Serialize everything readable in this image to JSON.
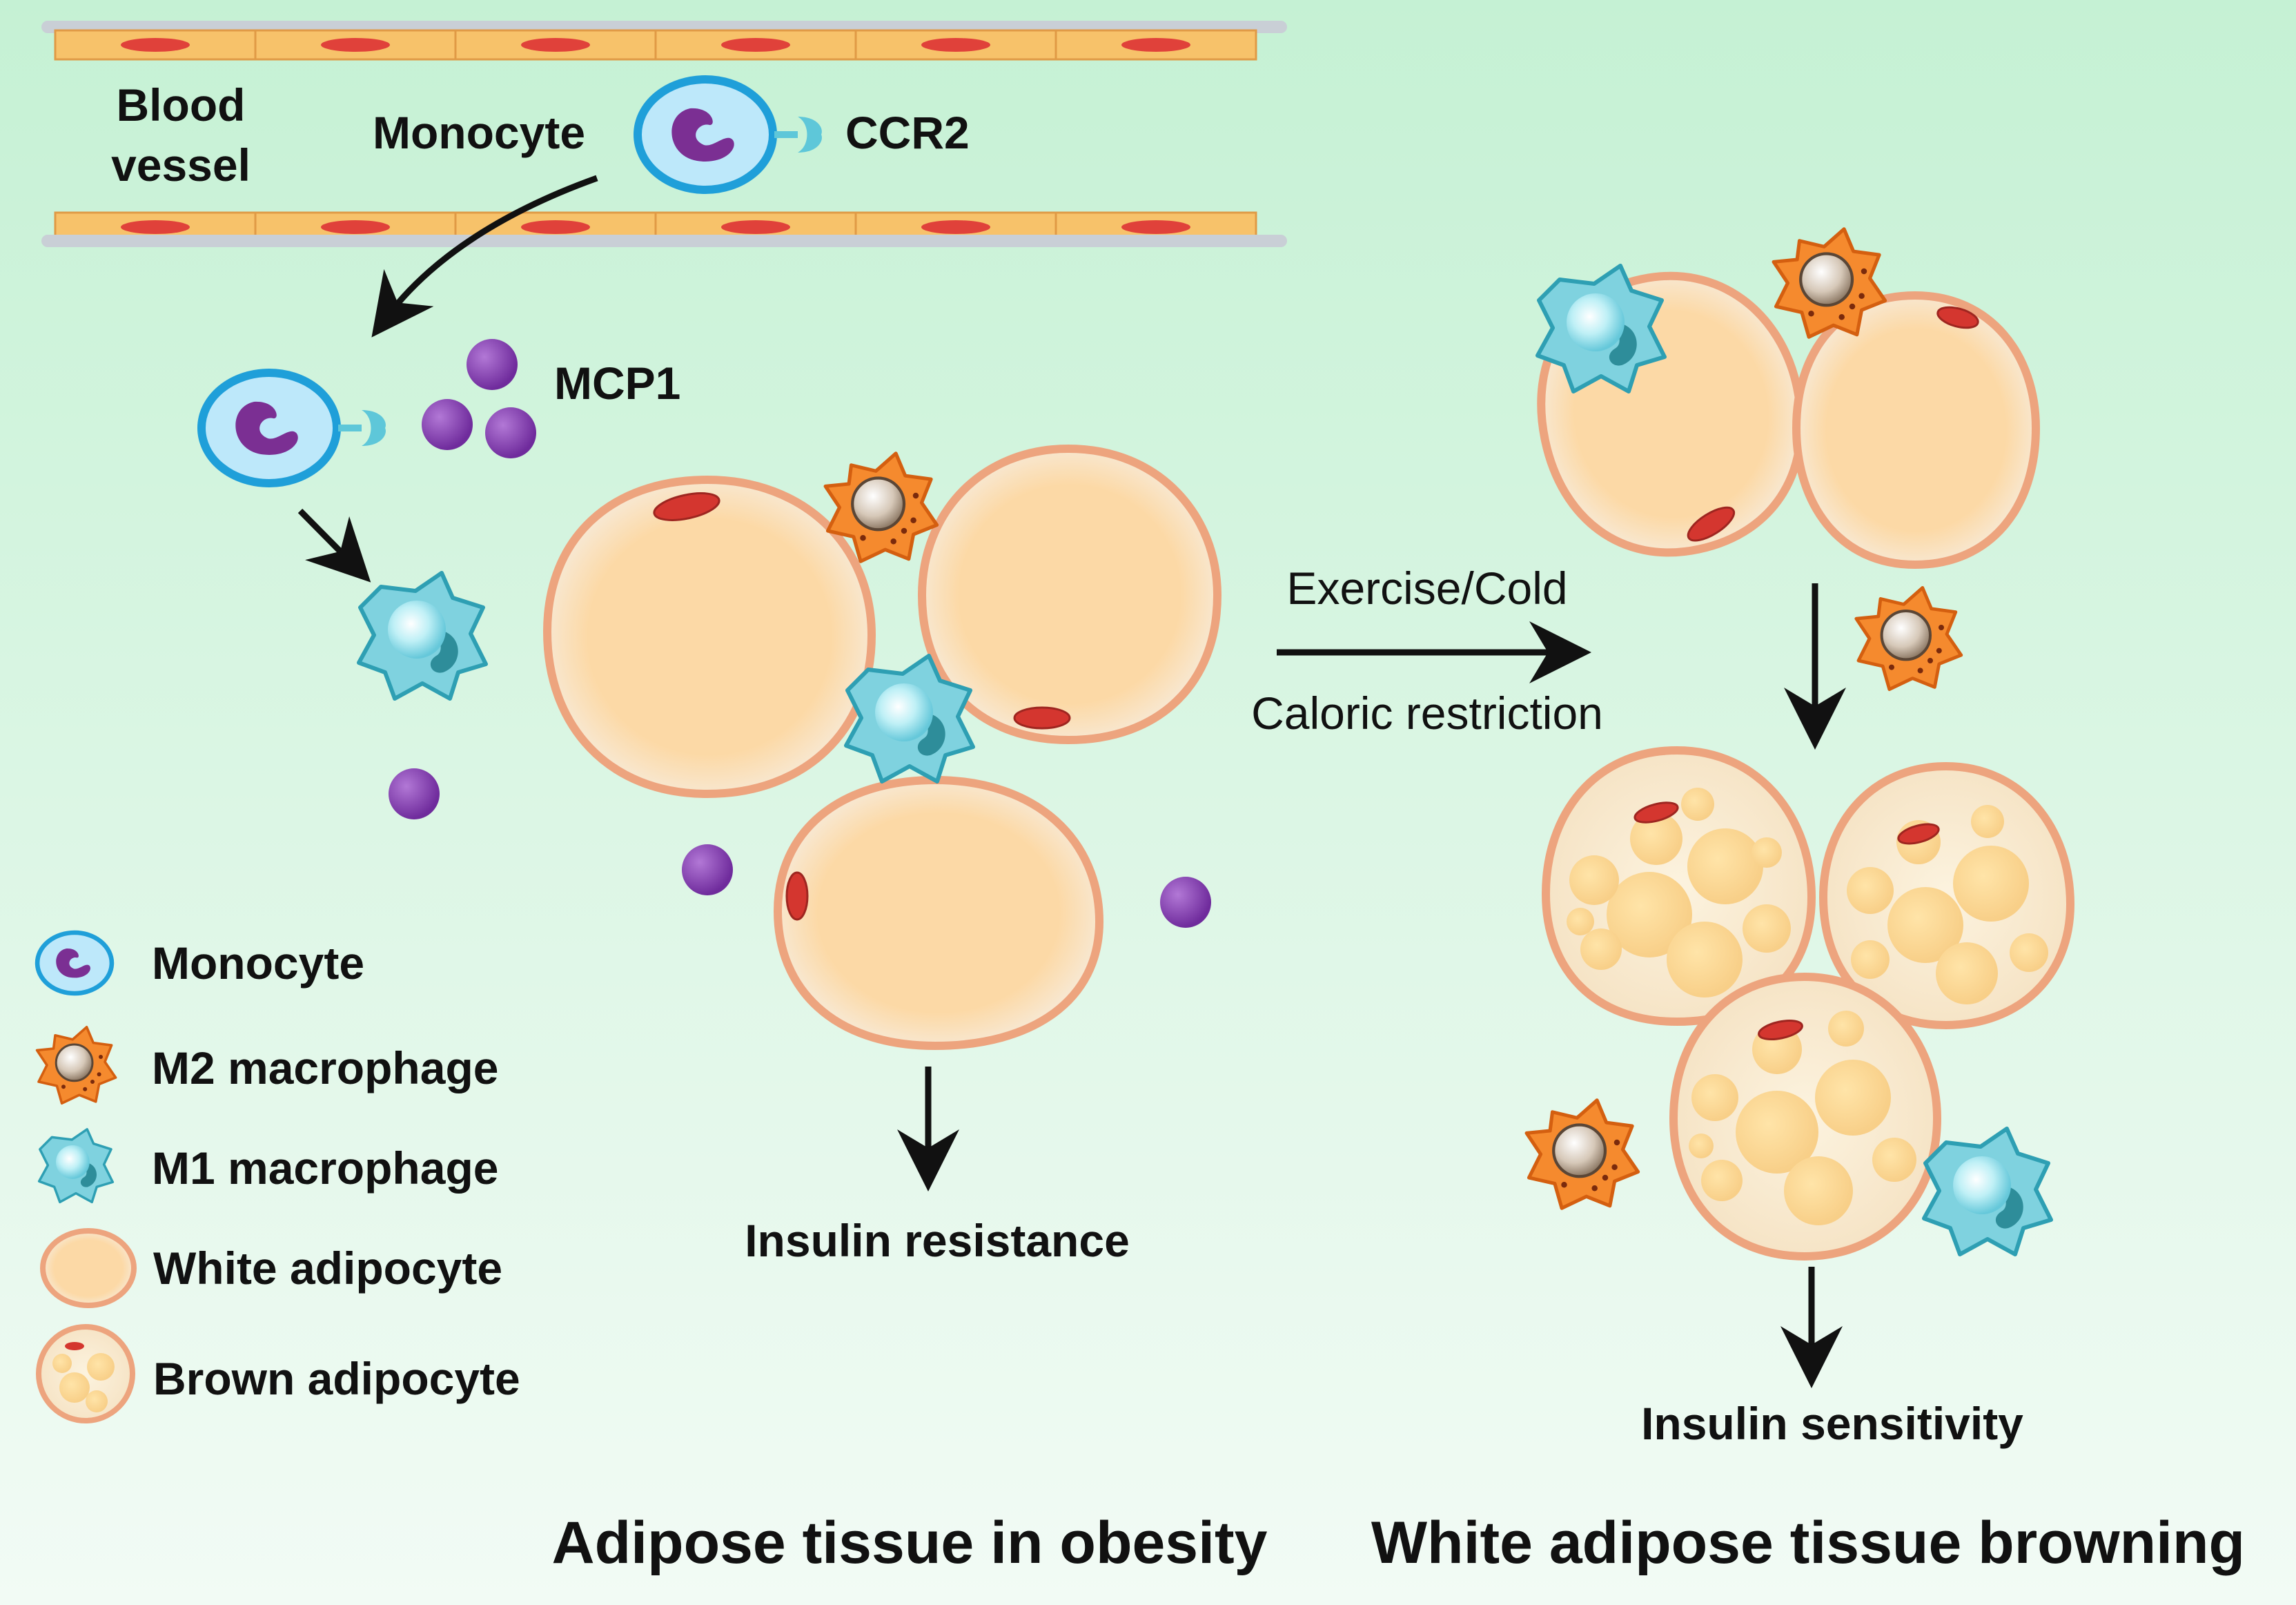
{
  "labels": {
    "blood_vessel_line1": "Blood",
    "blood_vessel_line2": "vessel",
    "monocyte": "Monocyte",
    "ccr2": "CCR2",
    "mcp1": "MCP1",
    "exercise_cold": "Exercise/Cold",
    "caloric_restriction": "Caloric restriction",
    "insulin_resistance": "Insulin resistance",
    "insulin_sensitivity": "Insulin sensitivity",
    "title_obesity": "Adipose tissue in obesity",
    "title_browning": "White adipose tissue browning"
  },
  "legend": [
    {
      "icon": "monocyte-icon",
      "label": "Monocyte"
    },
    {
      "icon": "m2-macrophage-icon",
      "label": "M2 macrophage"
    },
    {
      "icon": "m1-macrophage-icon",
      "label": "M1 macrophage"
    },
    {
      "icon": "white-adipocyte-icon",
      "label": "White adipocyte"
    },
    {
      "icon": "brown-adipocyte-icon",
      "label": "Brown adipocyte"
    }
  ],
  "colors": {
    "background_top": "#c8f1d6",
    "background_bottom": "#f1fbf4",
    "vessel_wall": "#f7c26a",
    "vessel_nucleus": "#e0413a",
    "monocyte_fill": "#b8e6fa",
    "monocyte_stroke": "#1a9ed8",
    "monocyte_nucleus": "#7b2f93",
    "m1_fill": "#7fd4e0",
    "m2_fill": "#f58a2e",
    "adipocyte_fill": "#fbd7a6",
    "adipocyte_stroke": "#eaa17c",
    "mcp1_fill": "#8a3fb5"
  }
}
